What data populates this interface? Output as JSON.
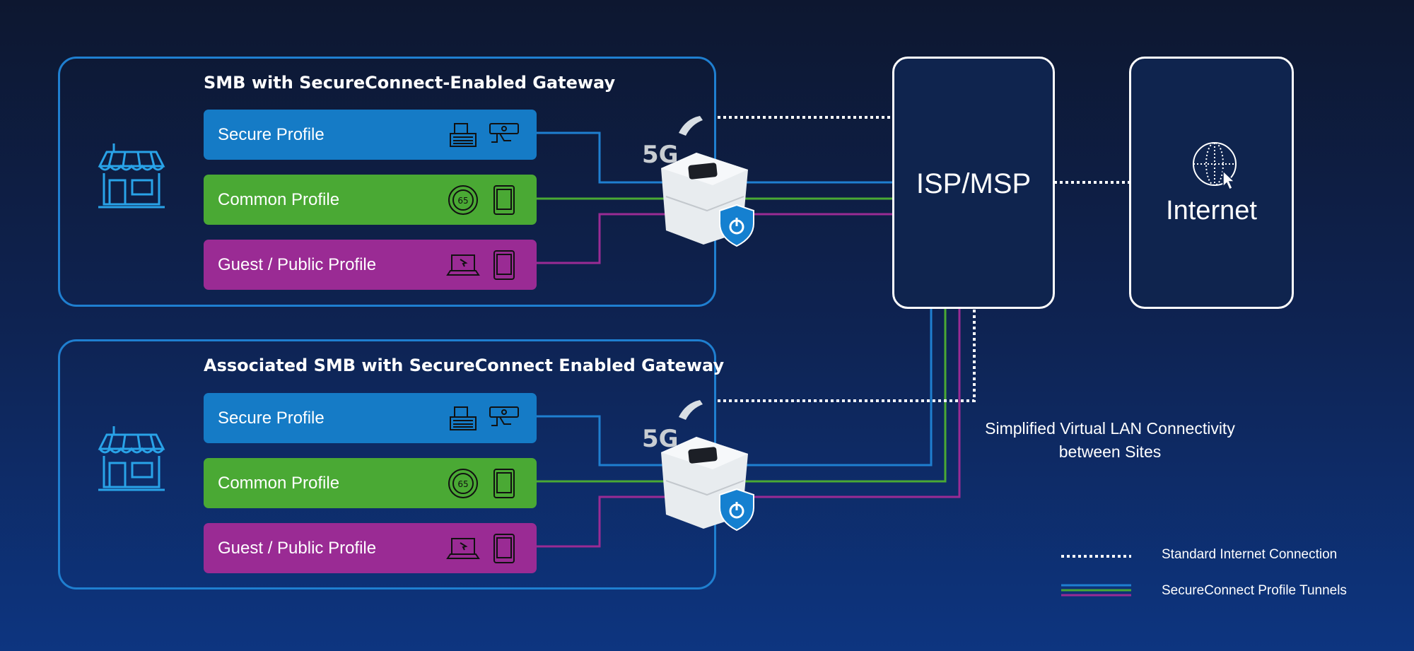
{
  "site_a": {
    "title": "SMB with SecureConnect-Enabled Gateway",
    "profiles": [
      {
        "label": "Secure Profile"
      },
      {
        "label": "Common Profile"
      },
      {
        "label": "Guest / Public Profile"
      }
    ]
  },
  "site_b": {
    "title": "Associated SMB with SecureConnect Enabled Gateway",
    "profiles": [
      {
        "label": "Secure Profile"
      },
      {
        "label": "Common Profile"
      },
      {
        "label": "Guest / Public Profile"
      }
    ]
  },
  "gateway": {
    "badge": "5G"
  },
  "isp": {
    "label": "ISP/MSP"
  },
  "internet": {
    "label": "Internet"
  },
  "vlan_caption": {
    "line1": "Simplified Virtual LAN Connectivity",
    "line2": "between Sites"
  },
  "legend": {
    "standard": "Standard Internet Connection",
    "tunnels": "SecureConnect Profile Tunnels"
  },
  "colors": {
    "secure": "#157bc6",
    "common": "#4aa934",
    "guest": "#9a2b94",
    "box_border": "#1f7fd0",
    "node_border": "#ffffff"
  },
  "icons": {
    "secure": [
      "pos-terminal-icon",
      "security-camera-icon"
    ],
    "common": [
      "speed-sign-icon",
      "tablet-icon"
    ],
    "guest": [
      "laptop-icon",
      "tablet-icon"
    ],
    "site": "storefront-icon",
    "internet": "globe-cursor-icon",
    "gateway": "shield-power-icon"
  }
}
